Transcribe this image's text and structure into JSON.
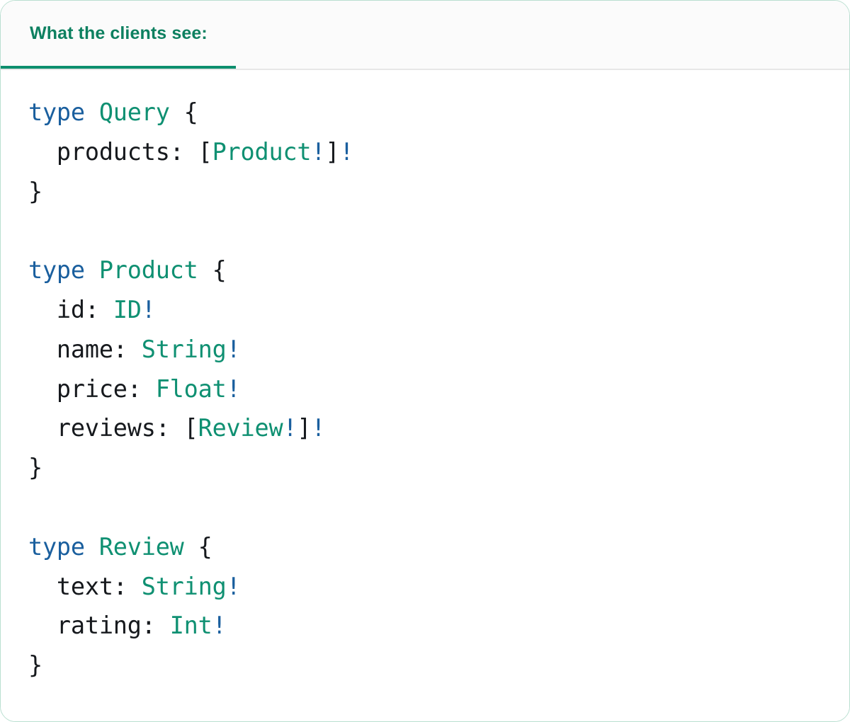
{
  "card": {
    "border_color": "#b9dfd0",
    "background": "#ffffff"
  },
  "header": {
    "background": "#fbfbfb",
    "divider_color": "#e7e7e7",
    "tabs": [
      {
        "id": "what-the-clients-see",
        "label": "What the clients see:",
        "active": true,
        "color": "#0d8060",
        "underline_color": "#0d8f6e"
      }
    ]
  },
  "code": {
    "language": "graphql",
    "colors": {
      "keyword": "#1a5f9e",
      "type_name": "#0f9072",
      "field": "#16191d",
      "punctuation": "#16191d",
      "non_null": "#1a5f9e"
    },
    "lines": [
      {
        "tokens": [
          {
            "t": "type",
            "c": "kw"
          },
          {
            "t": " ",
            "c": "punc"
          },
          {
            "t": "Query",
            "c": "tname"
          },
          {
            "t": " {",
            "c": "punc"
          }
        ]
      },
      {
        "tokens": [
          {
            "t": "  products: [",
            "c": "fld"
          },
          {
            "t": "Product",
            "c": "tname"
          },
          {
            "t": "!",
            "c": "bang"
          },
          {
            "t": "]",
            "c": "punc"
          },
          {
            "t": "!",
            "c": "bang"
          }
        ]
      },
      {
        "tokens": [
          {
            "t": "}",
            "c": "punc"
          }
        ]
      },
      {
        "tokens": []
      },
      {
        "tokens": [
          {
            "t": "type",
            "c": "kw"
          },
          {
            "t": " ",
            "c": "punc"
          },
          {
            "t": "Product",
            "c": "tname"
          },
          {
            "t": " {",
            "c": "punc"
          }
        ]
      },
      {
        "tokens": [
          {
            "t": "  id: ",
            "c": "fld"
          },
          {
            "t": "ID",
            "c": "tname"
          },
          {
            "t": "!",
            "c": "bang"
          }
        ]
      },
      {
        "tokens": [
          {
            "t": "  name: ",
            "c": "fld"
          },
          {
            "t": "String",
            "c": "tname"
          },
          {
            "t": "!",
            "c": "bang"
          }
        ]
      },
      {
        "tokens": [
          {
            "t": "  price: ",
            "c": "fld"
          },
          {
            "t": "Float",
            "c": "tname"
          },
          {
            "t": "!",
            "c": "bang"
          }
        ]
      },
      {
        "tokens": [
          {
            "t": "  reviews: [",
            "c": "fld"
          },
          {
            "t": "Review",
            "c": "tname"
          },
          {
            "t": "!",
            "c": "bang"
          },
          {
            "t": "]",
            "c": "punc"
          },
          {
            "t": "!",
            "c": "bang"
          }
        ]
      },
      {
        "tokens": [
          {
            "t": "}",
            "c": "punc"
          }
        ]
      },
      {
        "tokens": []
      },
      {
        "tokens": [
          {
            "t": "type",
            "c": "kw"
          },
          {
            "t": " ",
            "c": "punc"
          },
          {
            "t": "Review",
            "c": "tname"
          },
          {
            "t": " {",
            "c": "punc"
          }
        ]
      },
      {
        "tokens": [
          {
            "t": "  text: ",
            "c": "fld"
          },
          {
            "t": "String",
            "c": "tname"
          },
          {
            "t": "!",
            "c": "bang"
          }
        ]
      },
      {
        "tokens": [
          {
            "t": "  rating: ",
            "c": "fld"
          },
          {
            "t": "Int",
            "c": "tname"
          },
          {
            "t": "!",
            "c": "bang"
          }
        ]
      },
      {
        "tokens": [
          {
            "t": "}",
            "c": "punc"
          }
        ]
      }
    ],
    "plain_text": "type Query {\n  products: [Product!]!\n}\n\ntype Product {\n  id: ID!\n  name: String!\n  price: Float!\n  reviews: [Review!]!\n}\n\ntype Review {\n  text: String!\n  rating: Int!\n}"
  }
}
